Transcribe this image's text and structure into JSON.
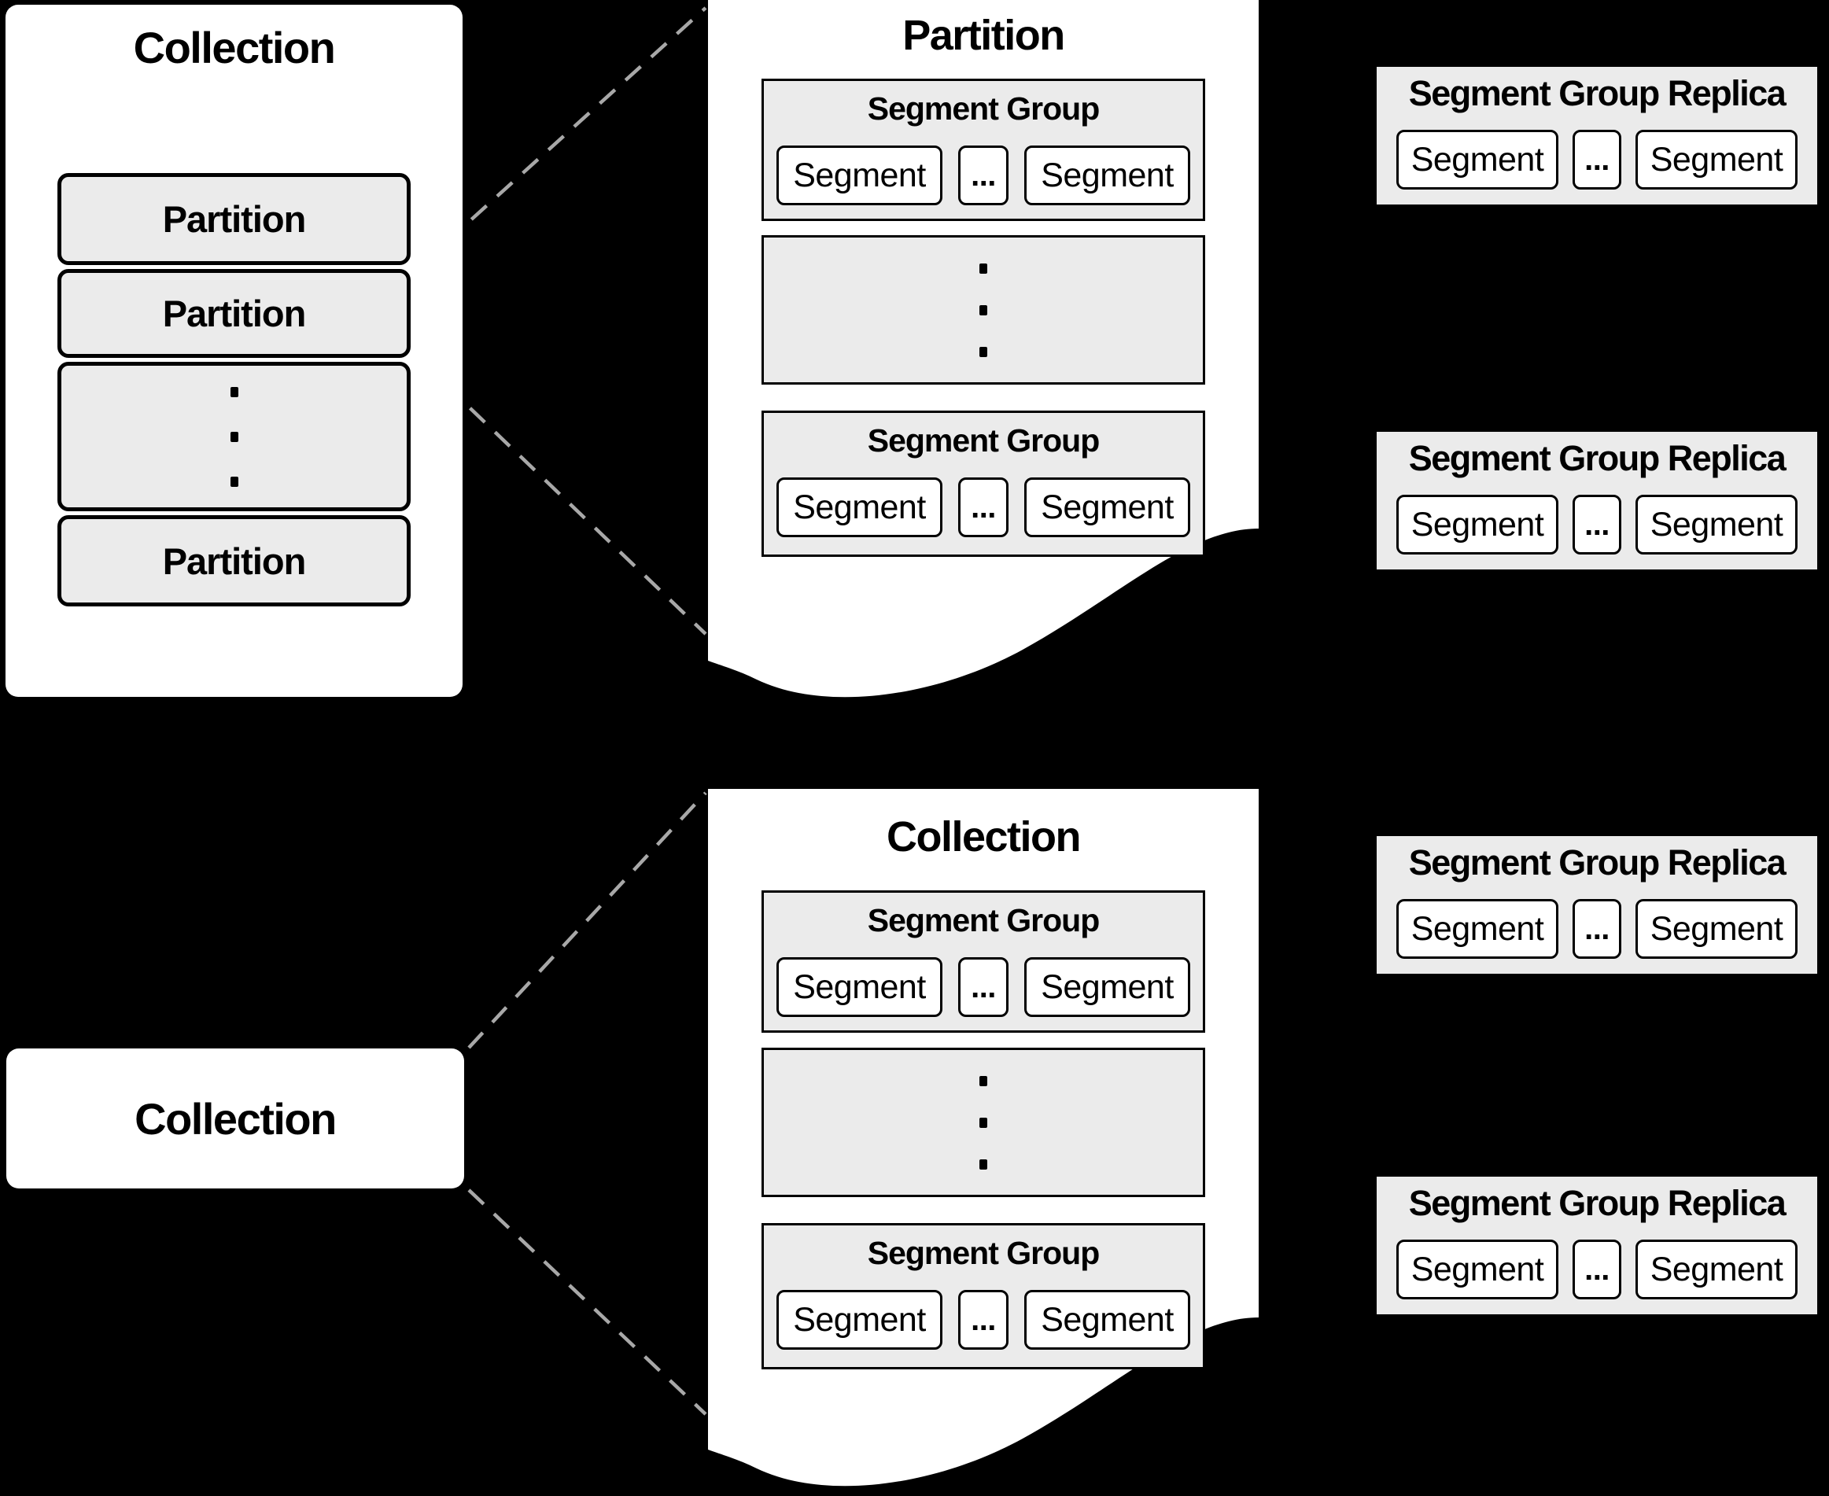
{
  "colors": {
    "background": "#000000",
    "panel_fill": "#ffffff",
    "box_fill": "#ebebeb",
    "border": "#000000",
    "dashed_line": "#a8a8a8"
  },
  "icons": {
    "vertical_ellipsis": "three stacked dots rendered as CSS squares"
  },
  "top_left_panel": {
    "title": "Collection",
    "partitions": [
      "Partition",
      "Partition",
      "Partition"
    ]
  },
  "top_middle_panel": {
    "title": "Partition",
    "segment_groups": [
      {
        "title": "Segment Group",
        "segments": [
          "Segment",
          "...",
          "Segment"
        ]
      },
      {
        "title": "Segment Group",
        "segments": [
          "Segment",
          "...",
          "Segment"
        ]
      }
    ]
  },
  "bottom_left_box": {
    "title": "Collection"
  },
  "bottom_middle_panel": {
    "title": "Collection",
    "segment_groups": [
      {
        "title": "Segment Group",
        "segments": [
          "Segment",
          "...",
          "Segment"
        ]
      },
      {
        "title": "Segment Group",
        "segments": [
          "Segment",
          "...",
          "Segment"
        ]
      }
    ]
  },
  "replicas": [
    {
      "title": "Segment Group Replica",
      "segments": [
        "Segment",
        "...",
        "Segment"
      ]
    },
    {
      "title": "Segment Group Replica",
      "segments": [
        "Segment",
        "...",
        "Segment"
      ]
    },
    {
      "title": "Segment Group Replica",
      "segments": [
        "Segment",
        "...",
        "Segment"
      ]
    },
    {
      "title": "Segment Group Replica",
      "segments": [
        "Segment",
        "...",
        "Segment"
      ]
    }
  ]
}
